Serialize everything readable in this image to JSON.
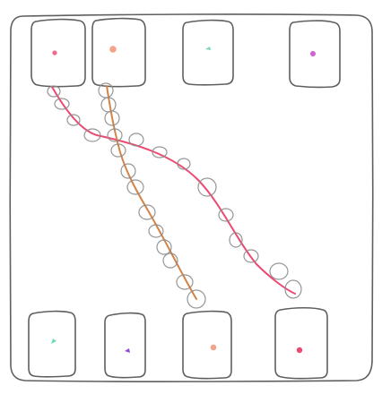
{
  "board": {
    "top_cards": [
      {
        "name": "top-card-1",
        "dot_color": "#f06a8a"
      },
      {
        "name": "top-card-2",
        "dot_color": "#f3a58a"
      },
      {
        "name": "top-card-3",
        "dot_color": "#74d8b2"
      },
      {
        "name": "top-card-4",
        "dot_color": "#cc63d1"
      }
    ],
    "bottom_cards": [
      {
        "name": "bottom-card-1",
        "dot_color": "#74d8b2"
      },
      {
        "name": "bottom-card-2",
        "dot_color": "#8f4ad3"
      },
      {
        "name": "bottom-card-3",
        "dot_color": "#f3a58a"
      },
      {
        "name": "bottom-card-4",
        "dot_color": "#ec4a72"
      }
    ],
    "connections": [
      {
        "from": "top-card-1",
        "to": "bottom-card-4",
        "color": "#ec4a72"
      },
      {
        "from": "top-card-2",
        "to": "bottom-card-3",
        "color": "#d38346"
      }
    ]
  }
}
